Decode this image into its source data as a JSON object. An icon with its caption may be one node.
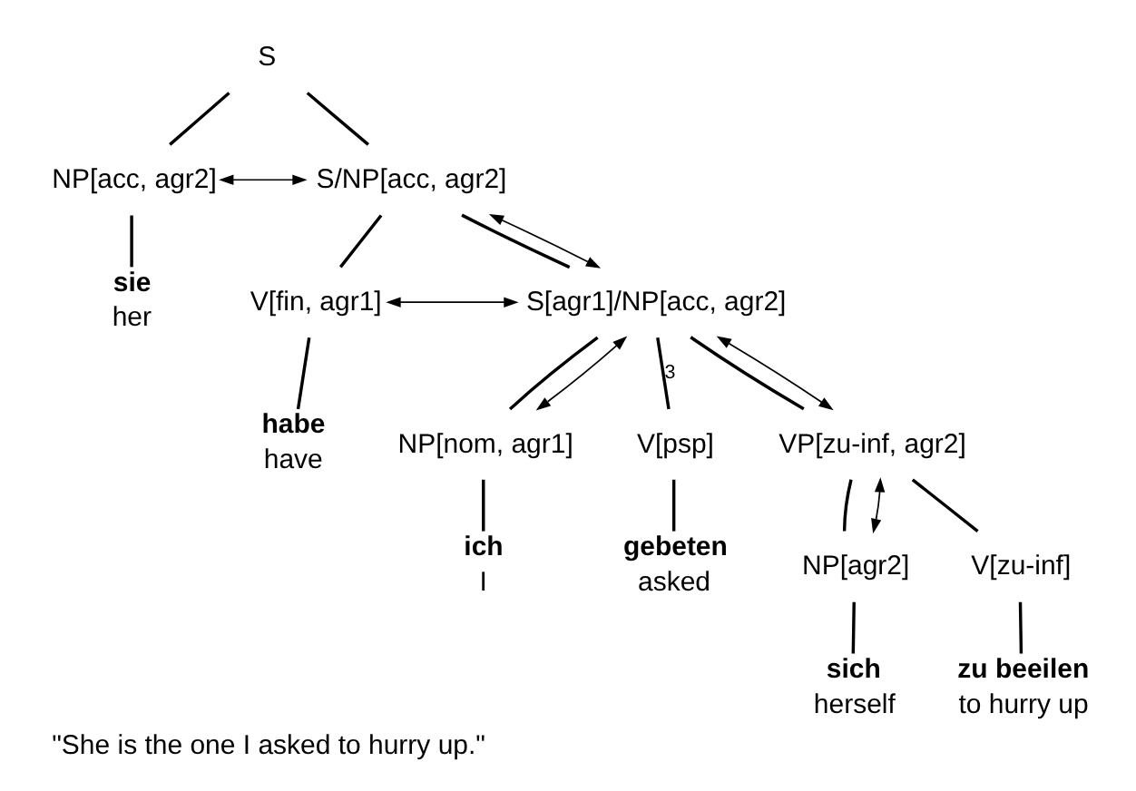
{
  "diagram": {
    "caption": "\"She is the one I asked to hurry up.\"",
    "nodes": [
      {
        "text": [
          "S"
        ]
      },
      {
        "text": [
          "NP[acc, agr2]"
        ]
      },
      {
        "text": [
          "S/NP[acc, agr2]"
        ]
      },
      {
        "text": [
          "sie",
          "her"
        ]
      },
      {
        "text": [
          "V[fin, agr1]"
        ]
      },
      {
        "text": [
          "S[agr1]/NP[acc, agr2]"
        ]
      },
      {
        "text": [
          "habe",
          "have"
        ]
      },
      {
        "text": [
          "NP[nom, agr1]"
        ]
      },
      {
        "text": [
          "V[psp]"
        ]
      },
      {
        "text": [
          "VP[zu-inf, agr2]"
        ]
      },
      {
        "text": [
          "ich",
          "I"
        ]
      },
      {
        "text": [
          "gebeten",
          "asked"
        ]
      },
      {
        "text": [
          "NP[agr2]"
        ]
      },
      {
        "text": [
          "V[zu-inf]"
        ]
      },
      {
        "text": [
          "sich",
          "herself"
        ]
      },
      {
        "text": [
          "zu beeilen",
          "to hurry up"
        ]
      }
    ],
    "edges": [
      {
        "from": 0,
        "to": 1,
        "arrow": "none"
      },
      {
        "from": 0,
        "to": 2,
        "arrow": "none"
      },
      {
        "from": 1,
        "to": 3,
        "arrow": "none"
      },
      {
        "from": 2,
        "to": 4,
        "arrow": "none"
      },
      {
        "from": 2,
        "to": 5,
        "arrow": "none"
      },
      {
        "from": 4,
        "to": 6,
        "arrow": "none"
      },
      {
        "from": 5,
        "to": 7,
        "arrow": "none"
      },
      {
        "from": 5,
        "to": 8,
        "arrow": "none",
        "label": "3"
      },
      {
        "from": 5,
        "to": 9,
        "arrow": "none"
      },
      {
        "from": 7,
        "to": 10,
        "arrow": "none"
      },
      {
        "from": 8,
        "to": 11,
        "arrow": "none"
      },
      {
        "from": 9,
        "to": 12,
        "arrow": "none"
      },
      {
        "from": 9,
        "to": 13,
        "arrow": "none"
      },
      {
        "from": 12,
        "to": 14,
        "arrow": "none"
      },
      {
        "from": 13,
        "to": 15,
        "arrow": "none"
      },
      {
        "from": 1,
        "to": 2,
        "arrow": "both"
      },
      {
        "from": 2,
        "to": 5,
        "arrow": "both"
      },
      {
        "from": 4,
        "to": 5,
        "arrow": "both"
      },
      {
        "from": 5,
        "to": 7,
        "arrow": "both"
      },
      {
        "from": 5,
        "to": 9,
        "arrow": "both"
      },
      {
        "from": 12,
        "to": 9,
        "arrow": "both"
      }
    ]
  }
}
